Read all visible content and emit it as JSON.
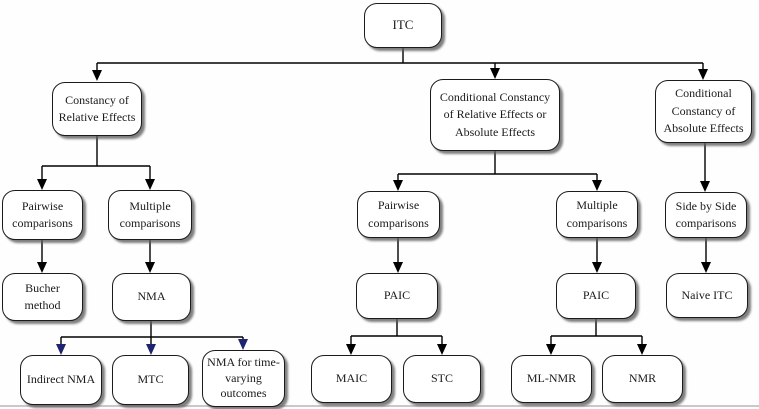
{
  "colors": {
    "box_fill": "#ffffff",
    "box_border": "#1b1b1b",
    "text": "#1a1a1a",
    "arrow_black": "#000000",
    "arrow_navy": "#1f2470",
    "shadow": "#8f8f8f",
    "baseline_rule": "#c9c9c9"
  },
  "nodes": {
    "itc": {
      "label": "ITC",
      "children": [
        "constancy_relative",
        "conditional_relative_or_absolute",
        "conditional_absolute"
      ]
    },
    "constancy_relative": {
      "label": "Constancy of Relative Effects",
      "children": [
        "pairwise_left",
        "multiple_left"
      ]
    },
    "conditional_relative_or_absolute": {
      "label": "Conditional Constancy of Relative Effects or Absolute Effects",
      "children": [
        "pairwise_mid",
        "multiple_mid"
      ]
    },
    "conditional_absolute": {
      "label": "Conditional Constancy of Absolute Effects",
      "children": [
        "side_by_side"
      ]
    },
    "pairwise_left": {
      "label": "Pairwise comparisons",
      "children": [
        "bucher"
      ]
    },
    "multiple_left": {
      "label": "Multiple comparisons",
      "children": [
        "nma"
      ]
    },
    "bucher": {
      "label": "Bucher method",
      "children": []
    },
    "nma": {
      "label": "NMA",
      "children": [
        "indirect_nma",
        "mtc",
        "nma_time_varying"
      ]
    },
    "indirect_nma": {
      "label": "Indirect NMA",
      "children": []
    },
    "mtc": {
      "label": "MTC",
      "children": []
    },
    "nma_time_varying": {
      "label": "NMA for time-varying outcomes",
      "children": []
    },
    "pairwise_mid": {
      "label": "Pairwise comparisons",
      "children": [
        "paic_pairwise"
      ]
    },
    "multiple_mid": {
      "label": "Multiple comparisons",
      "children": [
        "paic_multiple"
      ]
    },
    "paic_pairwise": {
      "label": "PAIC",
      "children": [
        "maic",
        "stc"
      ]
    },
    "paic_multiple": {
      "label": "PAIC",
      "children": [
        "ml_nmr",
        "nmr"
      ]
    },
    "maic": {
      "label": "MAIC",
      "children": []
    },
    "stc": {
      "label": "STC",
      "children": []
    },
    "ml_nmr": {
      "label": "ML-NMR",
      "children": []
    },
    "nmr": {
      "label": "NMR",
      "children": []
    },
    "side_by_side": {
      "label": "Side by Side comparisons",
      "children": [
        "naive_itc"
      ]
    },
    "naive_itc": {
      "label": "Naive ITC",
      "children": []
    }
  }
}
